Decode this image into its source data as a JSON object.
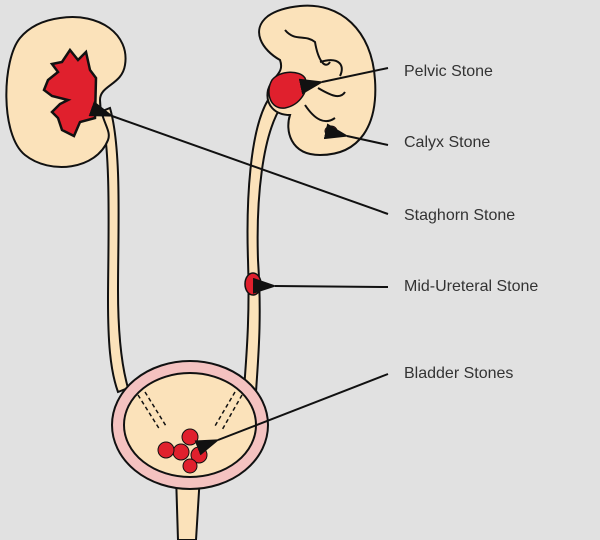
{
  "labels": {
    "pelvic": "Pelvic Stone",
    "calyx": "Calyx Stone",
    "staghorn": "Staghorn Stone",
    "mid_ureteral": "Mid-Ureteral Stone",
    "bladder": "Bladder Stones"
  },
  "colors": {
    "background": "#e1e1e1",
    "tissue": "#fbe2ba",
    "stone": "#e0202d",
    "bladder_wall": "#f4c2c0",
    "outline": "#111111"
  }
}
